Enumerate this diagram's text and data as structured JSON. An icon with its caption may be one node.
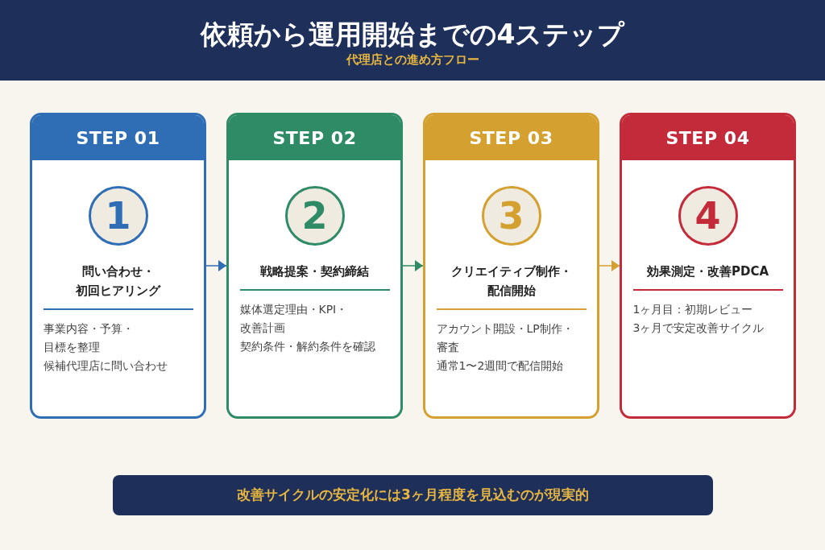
{
  "diagram": {
    "title": "依頼から運用開始までの4ステップ",
    "nodes": [
      {
        "text": [
          "STEP 01",
          "1",
          "問い合わせ・初回ヒアリング",
          "事業内容・予算・目標を整理",
          "候補代理店に問い合わせ"
        ]
      },
      {
        "text": [
          "STEP 02",
          "2",
          "戦略提案・契約締結",
          "媒体選定理由・KPI・改善計画",
          "契約条件・解約条件を確認"
        ]
      },
      {
        "text": [
          "STEP 03",
          "3",
          "クリエイティブ制作・配信開始",
          "アカウント開設・LP制作・審査",
          "通常1〜2週間で配信開始"
        ]
      },
      {
        "text": [
          "STEP 04",
          "4",
          "効果測定・改善PDCA",
          "1ヶ月目：初期レビュー",
          "3ヶ月で安定改善サイクル"
        ]
      },
      {
        "text": [
          "改善サイクルの安定化には3ヶ月程度を見込むのが現実的"
        ]
      }
    ],
    "edges": [
      {
        "from": 0,
        "to": 1,
        "arrow": "to",
        "color": "#2f6db5"
      },
      {
        "from": 1,
        "to": 2,
        "arrow": "to",
        "color": "#2e8b66"
      },
      {
        "from": 2,
        "to": 3,
        "arrow": "to",
        "color": "#d4a030"
      }
    ],
    "labels": [
      "代理店との進め方フロー"
    ]
  }
}
